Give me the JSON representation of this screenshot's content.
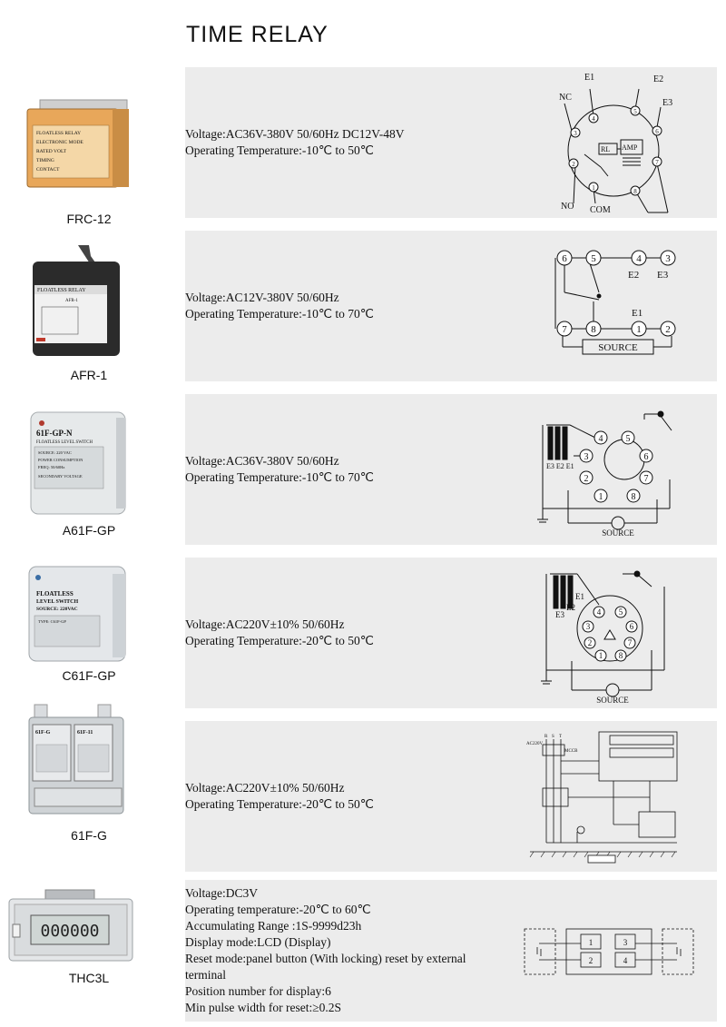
{
  "page": {
    "title": "TIME RELAY"
  },
  "products": [
    {
      "model": "FRC-12",
      "specs": [
        "Voltage:AC36V-380V  50/60Hz  DC12V-48V",
        "Operating Temperature:-10℃  to 50℃"
      ],
      "diagram": {
        "labels": [
          "E1",
          "E2",
          "E3",
          "NC",
          "NO",
          "COM",
          "RL",
          "AMP"
        ],
        "terminals": [
          "1",
          "2",
          "3",
          "4",
          "5",
          "6",
          "7",
          "8"
        ]
      }
    },
    {
      "model": "AFR-1",
      "specs": [
        "Voltage:AC12V-380V  50/60Hz",
        "Operating Temperature:-10℃  to 70℃"
      ],
      "diagram": {
        "labels": [
          "E1",
          "E2",
          "E3",
          "SOURCE"
        ],
        "terminals": [
          "1",
          "2",
          "3",
          "4",
          "5",
          "6",
          "7",
          "8"
        ]
      }
    },
    {
      "model": "A61F-GP",
      "specs": [
        "Voltage:AC36V-380V  50/60Hz",
        "Operating Temperature:-10℃  to 70℃"
      ],
      "diagram": {
        "labels": [
          "E3 E2 E1",
          "SOURCE"
        ],
        "terminals": [
          "1",
          "2",
          "3",
          "4",
          "5",
          "6",
          "7",
          "8"
        ]
      }
    },
    {
      "model": "C61F-GP",
      "specs": [
        "Voltage:AC220V±10%  50/60Hz",
        "Operating Temperature:-20℃  to 50℃"
      ],
      "diagram": {
        "labels": [
          "E1",
          "E2",
          "E3",
          "SOURCE"
        ],
        "terminals": [
          "1",
          "2",
          "3",
          "4",
          "5",
          "6",
          "7",
          "8"
        ]
      }
    },
    {
      "model": "61F-G",
      "specs": [
        "Voltage:AC220V±10%  50/60Hz",
        "Operating Temperature:-20℃  to 50℃"
      ],
      "diagram": {
        "labels": [
          "AC220V",
          "R",
          "S",
          "T",
          "MCCB"
        ],
        "terminals": []
      }
    },
    {
      "model": "THC3L",
      "specs": [
        "Voltage:DC3V",
        "Operating temperature:-20℃  to 60℃",
        "Accumulating Range :1S-9999d23h",
        "Display mode:LCD (Display)",
        "Reset mode:panel button (With locking) reset by external terminal",
        "Position number for  display:6",
        "Min pulse width for reset:≥0.2S"
      ],
      "diagram": {
        "labels": [],
        "terminals": [
          "1",
          "2",
          "3",
          "4"
        ]
      }
    }
  ],
  "device_labels": {
    "frc12": [
      "FLOATLESS RELAY",
      "ELECTRONIC MODE",
      "RATED VOLT",
      "TIMING",
      "CONTACT"
    ],
    "afr1": [
      "FLOATLESS RELAY",
      "AFR-1"
    ],
    "a61f": [
      "61F-GP-N",
      "FLOATLESS LEVEL SWITCH",
      "SOURCE: 220 VAC",
      "POWER CONSUMPTION",
      "FREQ: 50/60Hz",
      "SECONDARY VOLTAGE"
    ],
    "c61f": [
      "FLOATLESS",
      "LEVEL SWITCH",
      "SOURCE: 220VAC",
      "TYPE: C61F-GP"
    ],
    "g61f": [
      "61F-G",
      "61F-11"
    ],
    "thc3l": [
      "000000"
    ]
  },
  "colors": {
    "panel": "#ececec",
    "frc12_body": "#e8a75a",
    "afr1_body": "#2b2b2b",
    "device_white": "#e6e9ea"
  }
}
